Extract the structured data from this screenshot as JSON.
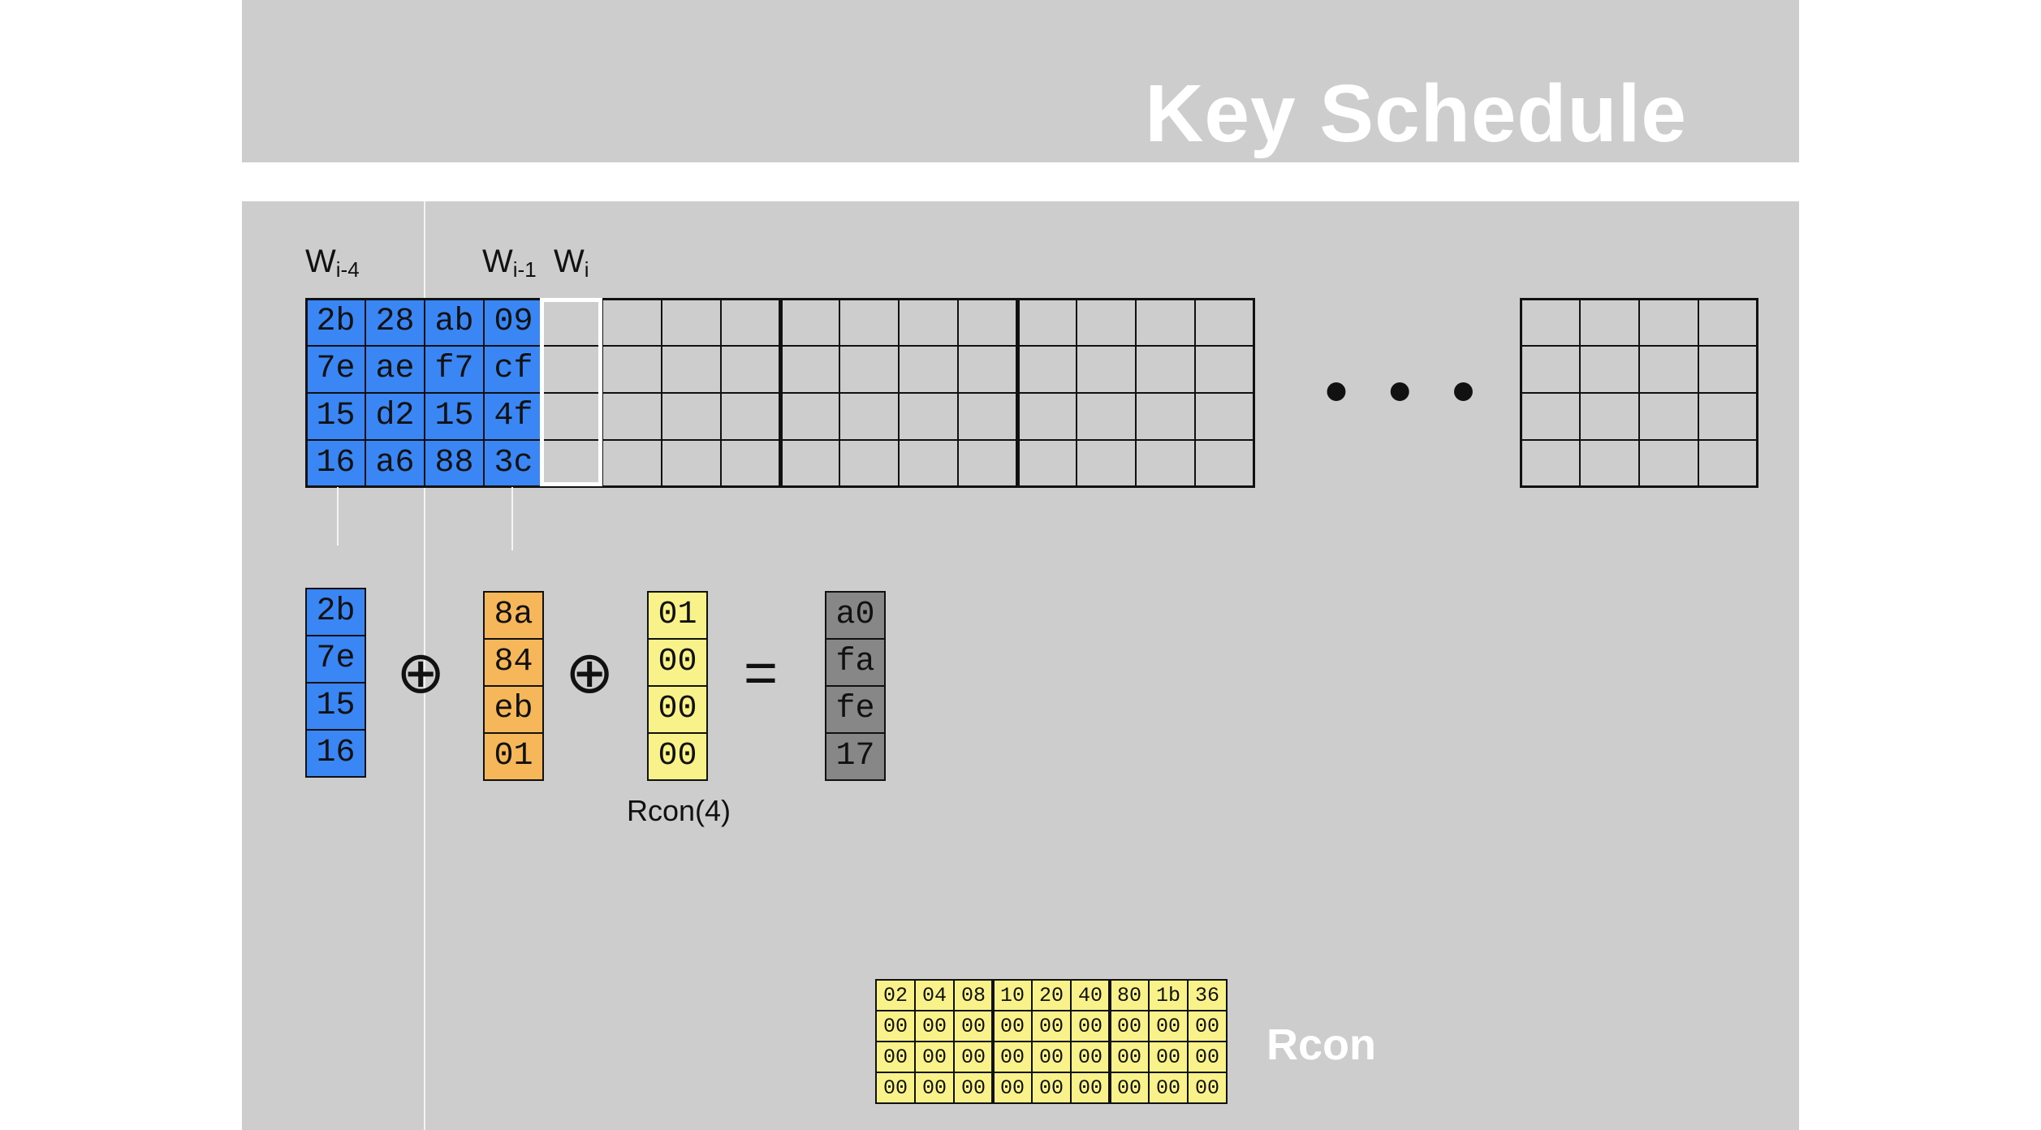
{
  "title": "Key Schedule",
  "labels": {
    "w_i_minus_4": {
      "base": "W",
      "sub": "i-4"
    },
    "w_i_minus_1": {
      "base": "W",
      "sub": "i-1"
    },
    "w_i": {
      "base": "W",
      "sub": "i"
    }
  },
  "key_matrix": [
    [
      "2b",
      "28",
      "ab",
      "09"
    ],
    [
      "7e",
      "ae",
      "f7",
      "cf"
    ],
    [
      "15",
      "d2",
      "15",
      "4f"
    ],
    [
      "16",
      "a6",
      "88",
      "3c"
    ]
  ],
  "ellipsis": "• • •",
  "operands": {
    "w_i_minus_4": [
      "2b",
      "7e",
      "15",
      "16"
    ],
    "transformed_w_i_minus_1": [
      "8a",
      "84",
      "eb",
      "01"
    ],
    "rcon_column": [
      "01",
      "00",
      "00",
      "00"
    ],
    "result": [
      "a0",
      "fa",
      "fe",
      "17"
    ]
  },
  "operators": {
    "xor": "⊕",
    "equals": "="
  },
  "rcon_column_label": "Rcon(4)",
  "rcon_table": [
    [
      "02",
      "04",
      "08",
      "10",
      "20",
      "40",
      "80",
      "1b",
      "36"
    ],
    [
      "00",
      "00",
      "00",
      "00",
      "00",
      "00",
      "00",
      "00",
      "00"
    ],
    [
      "00",
      "00",
      "00",
      "00",
      "00",
      "00",
      "00",
      "00",
      "00"
    ],
    [
      "00",
      "00",
      "00",
      "00",
      "00",
      "00",
      "00",
      "00",
      "00"
    ]
  ],
  "rcon_table_label": "Rcon",
  "colors": {
    "background": "#cdcdcd",
    "key_blue": "#3a86f4",
    "transformed_orange": "#f6b65a",
    "rcon_yellow": "#f9f28a",
    "result_gray": "#878787"
  }
}
